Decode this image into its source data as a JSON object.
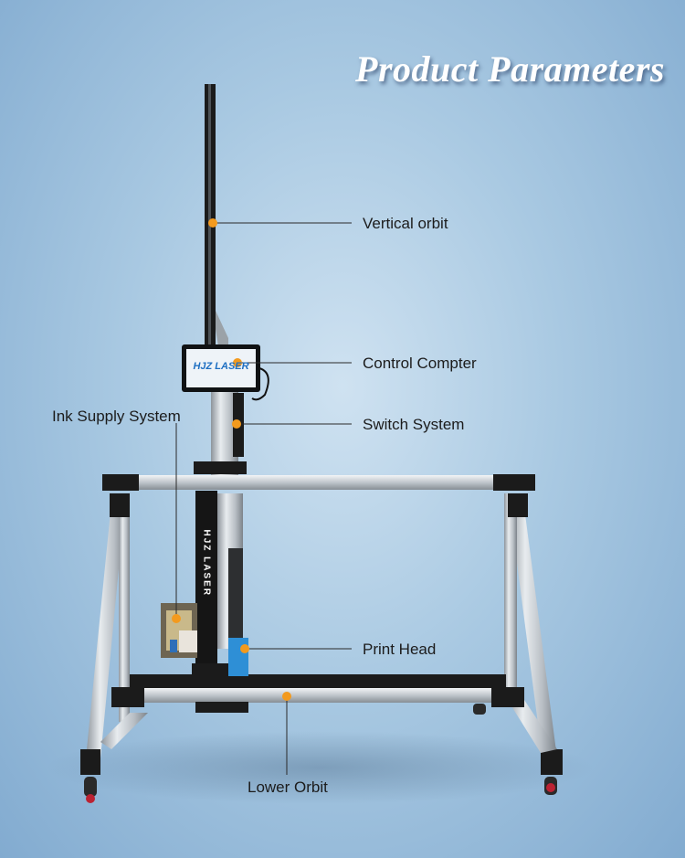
{
  "title": "Product Parameters",
  "machine": {
    "screen_brand": "HJZ LASER",
    "column_brand": "HJZ LASER"
  },
  "callouts": {
    "vertical_orbit": "Vertical orbit",
    "control_computer": "Control Compter",
    "switch_system": "Switch System",
    "ink_supply_system": "Ink Supply System",
    "print_head": "Print Head",
    "lower_orbit": "Lower Orbit"
  },
  "colors": {
    "accent_dot": "#f39a1e",
    "frame_silver": "#c9ced3",
    "frame_black": "#1b1b1b",
    "screen_brand_blue": "#1e6fc2"
  }
}
